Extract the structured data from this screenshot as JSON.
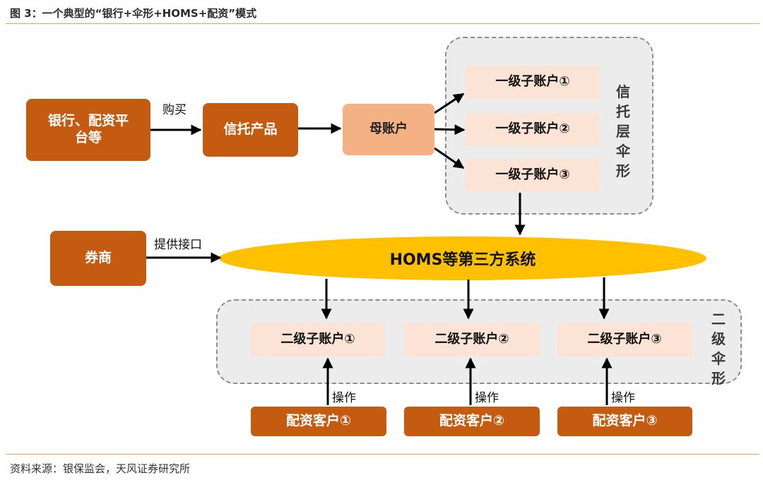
{
  "header": {
    "title": "图 3：一个典型的“银行+伞形+HOMS+配资”模式"
  },
  "footer": {
    "source": "资料来源：银保监会，天风证券研究所"
  },
  "nodes": {
    "bank_platform": "银行、配资平台等",
    "trust_product": "信托产品",
    "parent_account": "母账户",
    "sub1_1": "一级子账户①",
    "sub1_2": "一级子账户②",
    "sub1_3": "一级子账户③",
    "broker": "券商",
    "homs": "HOMS等第三方系统",
    "sub2_1": "二级子账户①",
    "sub2_2": "二级子账户②",
    "sub2_3": "二级子账户③",
    "client_1": "配资客户①",
    "client_2": "配资客户②",
    "client_3": "配资客户③"
  },
  "groups": {
    "trust_umbrella": "信托层伞形",
    "second_umbrella": "二级伞形"
  },
  "edge_labels": {
    "buy": "购买",
    "provide_interface": "提供接口",
    "operate_1": "操作",
    "operate_2": "操作",
    "operate_3": "操作"
  },
  "colors": {
    "dark_box": "#c55a11",
    "mid_box": "#f4b183",
    "light_box": "#fbe4d5",
    "oval": "#ffc000",
    "dashed_group": "#ececec",
    "rule_line": "#e8a064"
  }
}
